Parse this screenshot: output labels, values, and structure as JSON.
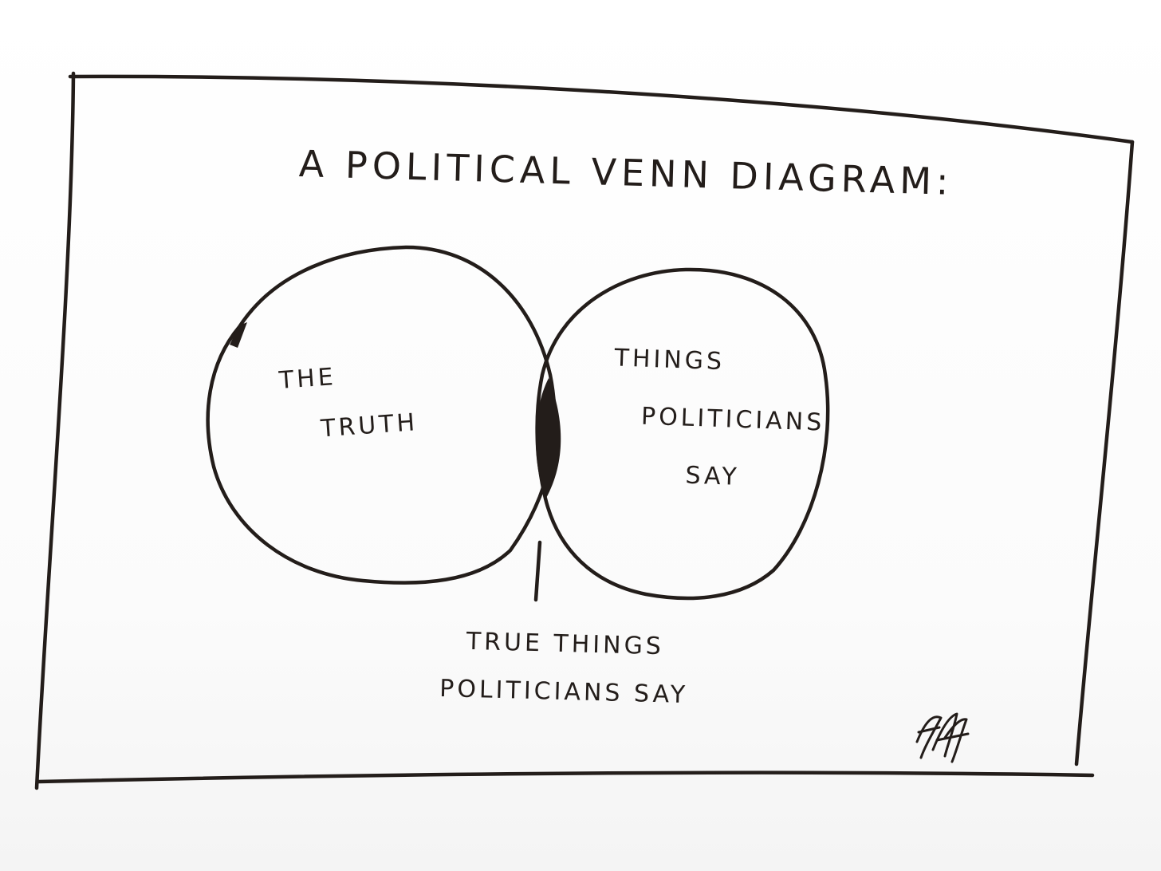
{
  "title": "A Political Venn Diagram:",
  "circles": [
    {
      "label_lines": [
        "The",
        "Truth"
      ]
    },
    {
      "label_lines": [
        "Things",
        "Politicians",
        "Say"
      ]
    }
  ],
  "intersection": {
    "label_lines": [
      "True Things",
      "Politicians Say"
    ]
  },
  "signature": "artist signature (illegible scrawl)",
  "colors": {
    "ink": "#231d1a",
    "paper": "#fdfdfd"
  }
}
